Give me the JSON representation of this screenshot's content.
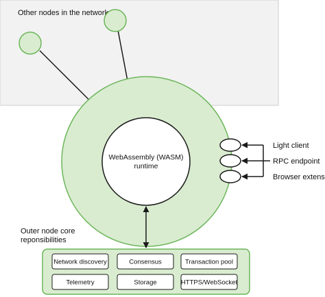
{
  "network": {
    "label": "Other nodes in the network"
  },
  "runtime": {
    "line1": "WebAssembly (WASM)",
    "line2": "runtime"
  },
  "external": {
    "light_client": "Light client",
    "rpc_endpoint": "RPC endpoint",
    "browser_extension": "Browser extension"
  },
  "outer": {
    "line1": "Outer node core",
    "line2": "reponsibilities"
  },
  "responsibilities": {
    "network_discovery": "Network discovery",
    "consensus": "Consensus",
    "transaction_pool": "Transaction pool",
    "telemetry": "Telemetry",
    "storage": "Storage",
    "https_websocket": "HTTPS/WebSocket"
  },
  "colors": {
    "network_bg": "#f2f2f2",
    "node_fill": "#d9ecd0",
    "node_stroke": "#6cb65a",
    "box_fill": "#ffffff",
    "line": "#1a1a1a"
  }
}
